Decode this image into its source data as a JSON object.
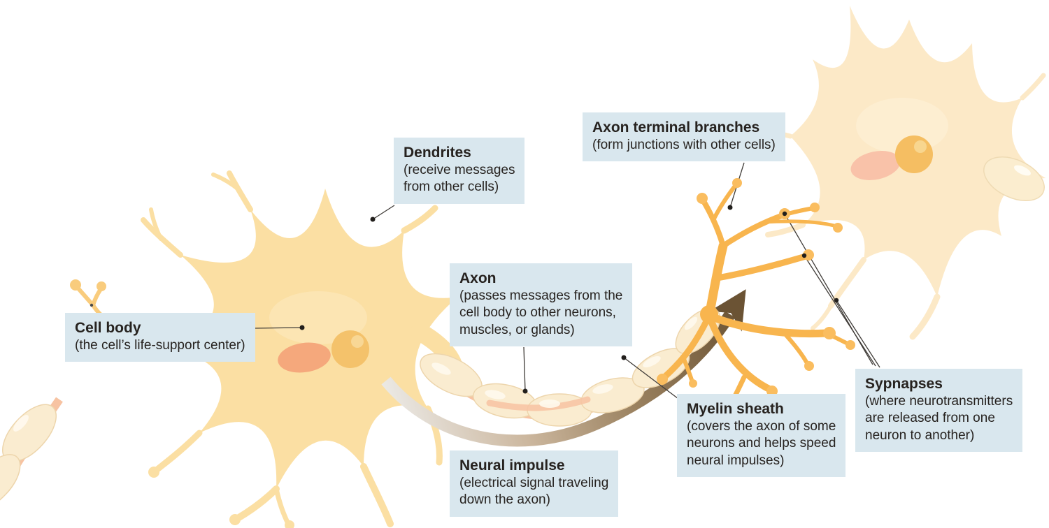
{
  "diagram": {
    "subject": "neuron anatomy",
    "background_color": "#ffffff",
    "colors": {
      "label_background": "#D9E7EE",
      "label_text": "#26221F",
      "left_neuron_body": "#FBDFA3",
      "right_neuron_body": "#FCE9C7",
      "nucleus": "#F4C26B",
      "organelle_orange": "#F5A87C",
      "organelle_pink": "#F9C2A9",
      "myelin_segment": "#FAECD0",
      "axon_pink": "#F7C3A2",
      "terminal_branch_orange": "#F8B54E",
      "impulse_arrow_dark": "#6B5334",
      "impulse_arrow_light": "#EDECE9",
      "pointer_line": "#3F3B37"
    },
    "labels": {
      "cell_body": {
        "title": "Cell body",
        "description": "(the cell’s life-support center)"
      },
      "dendrites": {
        "title": "Dendrites",
        "description": "(receive messages\nfrom other cells)"
      },
      "axon": {
        "title": "Axon",
        "description": "(passes messages from the\ncell body to other neurons,\nmuscles, or glands)"
      },
      "axon_terminal_branches": {
        "title": "Axon terminal branches",
        "description": "(form junctions with other cells)"
      },
      "myelin_sheath": {
        "title": "Myelin sheath",
        "description": "(covers the axon of some\nneurons and helps speed\nneural impulses)"
      },
      "neural_impulse": {
        "title": "Neural impulse",
        "description": "(electrical signal traveling\ndown the axon)"
      },
      "synapses": {
        "title": "Sypnapses",
        "description": "(where neurotransmitters\nare released from one\nneuron to another)"
      }
    },
    "illustration_parts": [
      "left-neuron",
      "right-neuron",
      "incoming-axon",
      "myelin-sheath-segments",
      "neural-impulse-arrow",
      "axon-terminal-branches",
      "synapse-pointer-lines"
    ]
  }
}
